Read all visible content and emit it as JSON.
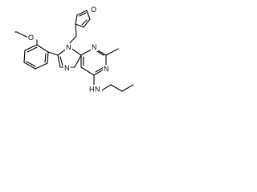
{
  "molecule": {
    "atoms": {
      "furan_o": "O",
      "n9": "N",
      "n3": "N",
      "n7": "N",
      "n1": "N",
      "methoxy_o": "O",
      "amine_n": "N",
      "amine_h": "H"
    }
  }
}
